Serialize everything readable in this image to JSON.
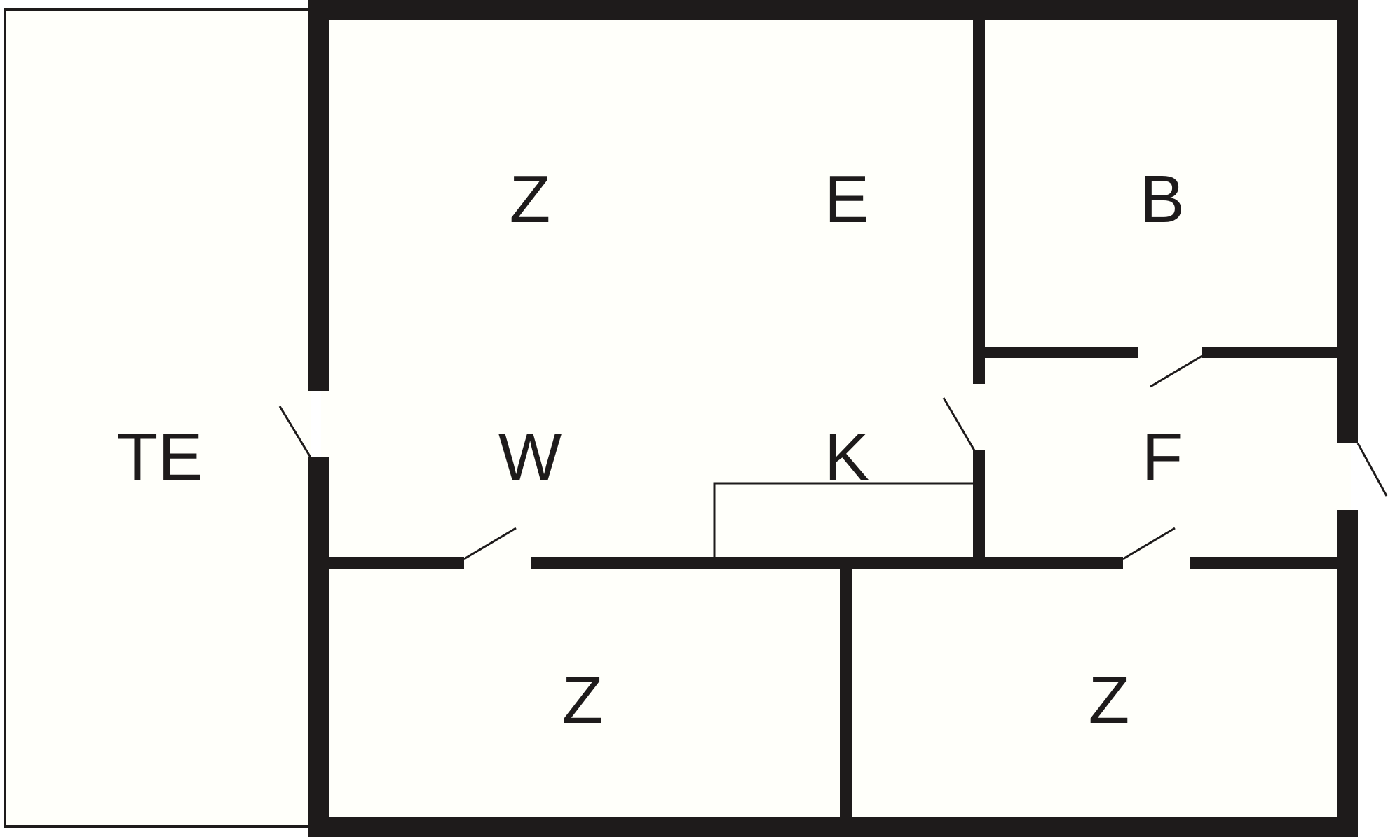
{
  "colors": {
    "wall": "#1e1b1b",
    "floor": "#fffffa",
    "background": "#ffffff"
  },
  "rooms": {
    "terrace": {
      "label": "TE"
    },
    "living": {
      "label_top_left": "Z",
      "label_top_right": "E",
      "label_bottom_left": "W",
      "label_bottom_right": "K"
    },
    "bathroom": {
      "label": "B"
    },
    "hall": {
      "label": "F"
    },
    "bedroom_left": {
      "label": "Z"
    },
    "bedroom_right": {
      "label": "Z"
    }
  }
}
